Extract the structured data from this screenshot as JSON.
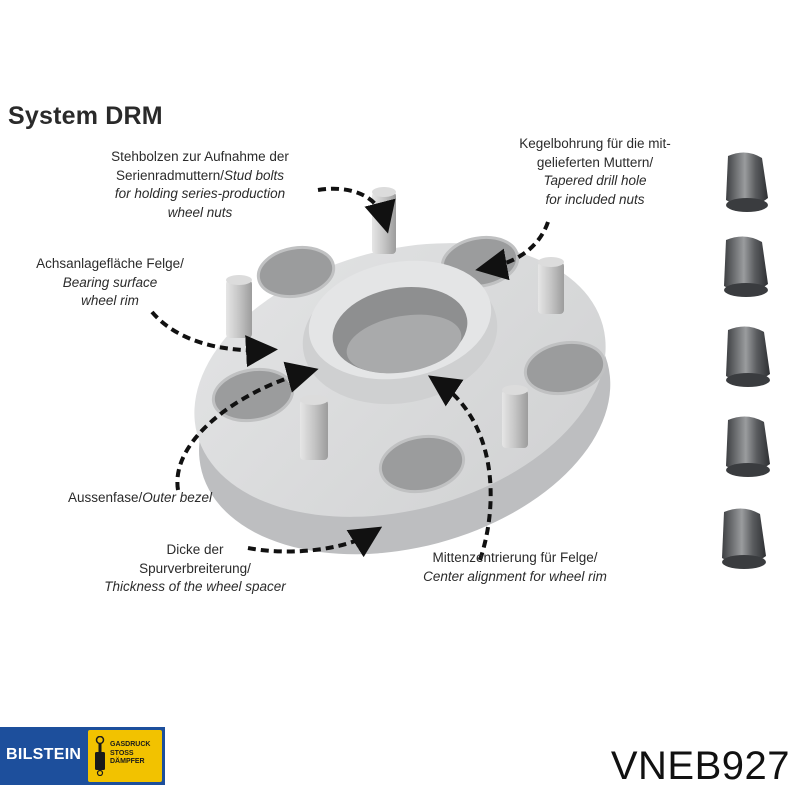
{
  "title": "System DRM",
  "callouts": {
    "stud_bolts": {
      "de": "Stehbolzen zur Aufnahme der",
      "de2": "Serienradmuttern/",
      "en": "Stud bolts",
      "en2": "for holding series-production",
      "en3": "wheel nuts"
    },
    "tapered_hole": {
      "de": "Kegelbohrung für die mit-",
      "de2": "gelieferten Muttern/",
      "en": "Tapered drill hole",
      "en2": "for included nuts"
    },
    "bearing_surface": {
      "de": "Achsanlagefläche Felge/",
      "en": "Bearing surface",
      "en2": "wheel rim"
    },
    "outer_bezel": {
      "de": "Aussenfase/",
      "en": "Outer bezel"
    },
    "thickness": {
      "de": "Dicke der",
      "de2": "Spurverbreiterung/",
      "en": "Thickness of the wheel spacer"
    },
    "center_alignment": {
      "de": "Mittenzentrierung für Felge/",
      "en": "Center alignment for wheel rim"
    }
  },
  "logo": {
    "brand": "BILSTEIN",
    "lines": [
      "GASDRUCK",
      "STOSS",
      "DÄMPFER"
    ]
  },
  "part_number": "VNEB927",
  "colors": {
    "spacer": "#d9dadb",
    "spacer_shadow": "#b9babc",
    "bore": "#8f8f8f",
    "stud": "#c9c9c9",
    "nut": "#4f5255",
    "arrow": "#111111",
    "logo_blue": "#1d4f9c",
    "logo_yellow": "#f2c200"
  }
}
